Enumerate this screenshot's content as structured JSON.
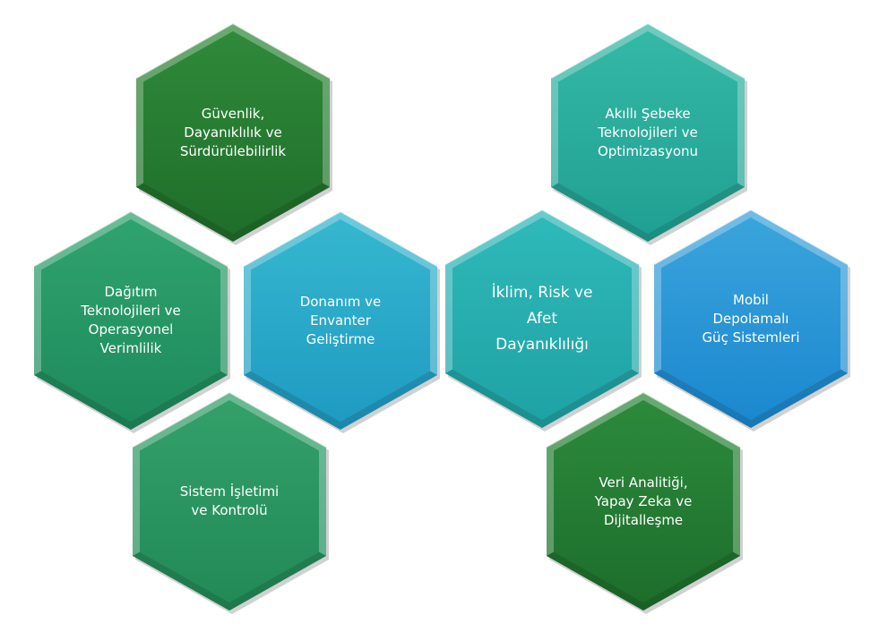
{
  "hexagons": [
    {
      "id": "guvenlik",
      "label": "Güvenlik,\nDayanıklılık ve\nSürdürülebilirlik",
      "color_top": "#2f8a3a",
      "color_bottom": "#1f6e2a"
    },
    {
      "id": "dagitim",
      "label": "Dağıtım\nTeknolojileri ve\nOperasyonel\nVerimlilik",
      "color_top": "#2fa36f",
      "color_bottom": "#1e8a5c"
    },
    {
      "id": "donanim",
      "label": "Donanım ve\nEnvanter\nGeliştirme",
      "color_top": "#35b7cf",
      "color_bottom": "#1f9bc2"
    },
    {
      "id": "sistem",
      "label": "Sistem İşletimi\nve Kontrolü",
      "color_top": "#33a06a",
      "color_bottom": "#228a57"
    },
    {
      "id": "akilli",
      "label": "Akıllı Şebeke\nTeknolojileri ve\nOptimizasyonu",
      "color_top": "#35b8a6",
      "color_bottom": "#20a092"
    },
    {
      "id": "iklim",
      "label": "İklim, Risk ve\nAfet\nDayanıklılığı",
      "color_top": "#2fb9b9",
      "color_bottom": "#1fa2a5"
    },
    {
      "id": "mobil",
      "label": "Mobil\nDepolamalı\nGüç Sistemleri",
      "color_top": "#3aa4dc",
      "color_bottom": "#1b88cf"
    },
    {
      "id": "veri",
      "label": "Veri Analitiği,\nYapay Zeka ve\nDijitalleşme",
      "color_top": "#2c8a3c",
      "color_bottom": "#1d6e2b"
    }
  ]
}
